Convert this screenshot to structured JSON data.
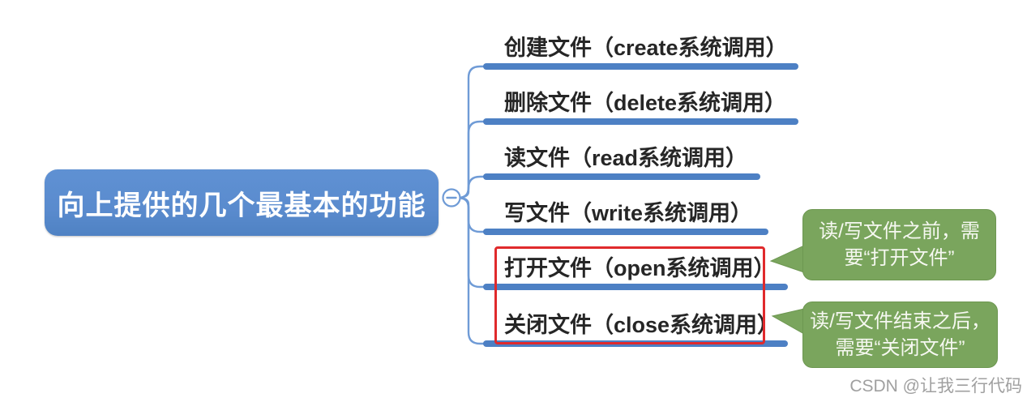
{
  "root": {
    "label": "向上提供的几个最基本的功能",
    "collapse_glyph": "−"
  },
  "branches": [
    {
      "label": "创建文件（create系统调用）",
      "highlighted": false
    },
    {
      "label": "删除文件（delete系统调用）",
      "highlighted": false
    },
    {
      "label": "读文件（read系统调用）",
      "highlighted": false
    },
    {
      "label": "写文件（write系统调用）",
      "highlighted": false
    },
    {
      "label": "打开文件（open系统调用）",
      "highlighted": true
    },
    {
      "label": "关闭文件（close系统调用）",
      "highlighted": true
    }
  ],
  "callouts": [
    {
      "lines": [
        "读/写文件之前，需",
        "要“打开文件”"
      ],
      "points_to": "打开文件"
    },
    {
      "lines": [
        "读/写文件结束之后，",
        "需要“关闭文件”"
      ],
      "points_to": "关闭文件"
    }
  ],
  "watermark": {
    "text": "CSDN @让我三行代码"
  },
  "colors": {
    "node_blue": "#5a8bce",
    "bar_blue": "#4d80c4",
    "connector_blue": "#6f9bd6",
    "callout_green": "#7aa55d",
    "callout_border": "#6d9751",
    "highlight_red": "#e02a2c",
    "text_dark": "#262626",
    "text_light": "#f6f8f1",
    "watermark_gray": "#a0a0a0"
  }
}
